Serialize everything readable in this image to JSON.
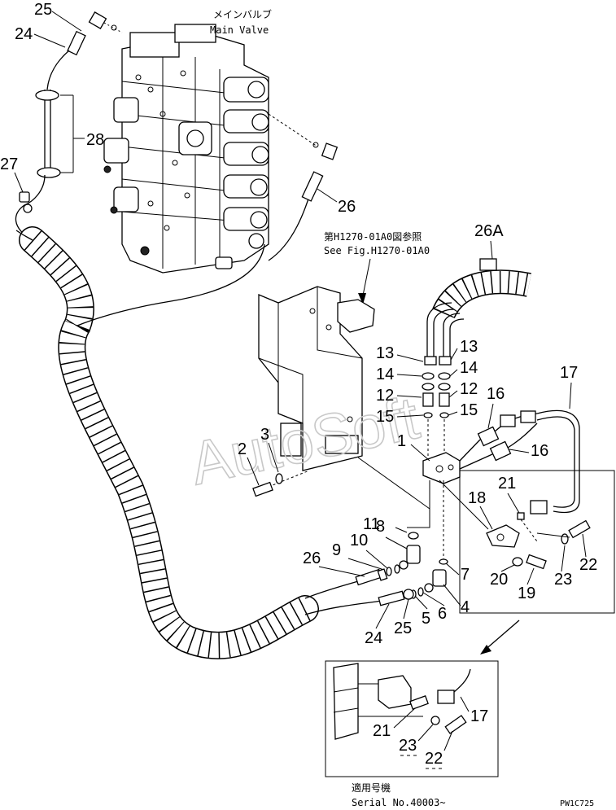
{
  "header": {
    "main_valve_jp": "メインバルブ",
    "main_valve_en": "Main Valve",
    "ref_jp": "第H1270-01A0図参照",
    "ref_en": "See Fig.H1270-01A0"
  },
  "watermark": "AutoSoft",
  "footer": {
    "applicable_jp": "適用号機",
    "serial": "Serial No.40003~",
    "drawing_code": "PW1C725"
  },
  "callouts": {
    "c1": "1",
    "c2": "2",
    "c3": "3",
    "c4": "4",
    "c5": "5",
    "c6": "6",
    "c7": "7",
    "c8": "8",
    "c9": "9",
    "c10": "10",
    "c11": "11",
    "c12a": "12",
    "c12b": "12",
    "c13a": "13",
    "c13b": "13",
    "c14a": "14",
    "c14b": "14",
    "c15a": "15",
    "c15b": "15",
    "c16a": "16",
    "c16b": "16",
    "c17": "17",
    "c18": "18",
    "c19": "19",
    "c20": "20",
    "c21": "21",
    "c22": "22",
    "c23": "23",
    "c24a": "24",
    "c24b": "24",
    "c25a": "25",
    "c25b": "25",
    "c26a": "26",
    "c26b": "26",
    "c26A": "26A",
    "c27": "27",
    "c28": "28",
    "d17": "17",
    "d21": "21",
    "d22": "22",
    "d23": "23"
  }
}
